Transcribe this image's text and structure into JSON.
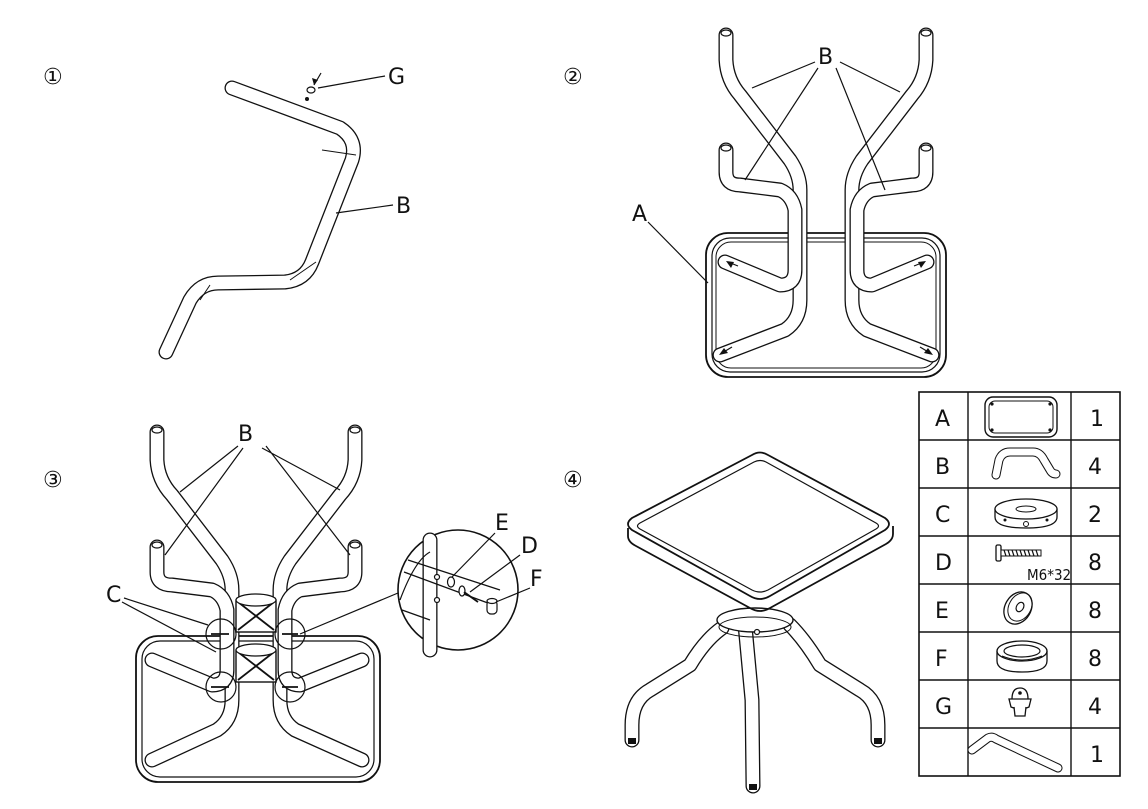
{
  "steps": [
    {
      "number": "①",
      "labels": {
        "part_g": "G",
        "part_b": "B"
      }
    },
    {
      "number": "②",
      "labels": {
        "part_b": "B",
        "part_a": "A"
      }
    },
    {
      "number": "③",
      "labels": {
        "part_b": "B",
        "part_c": "C",
        "part_e": "E",
        "part_d": "D",
        "part_f": "F"
      }
    },
    {
      "number": "④",
      "labels": {}
    }
  ],
  "parts_table": [
    {
      "letter": "A",
      "qty": "1",
      "icon": "tabletop-icon"
    },
    {
      "letter": "B",
      "qty": "4",
      "icon": "leg-tube-icon"
    },
    {
      "letter": "C",
      "qty": "2",
      "icon": "connector-disc-icon"
    },
    {
      "letter": "D",
      "qty": "8",
      "icon": "bolt-icon",
      "spec": "M6*32"
    },
    {
      "letter": "E",
      "qty": "8",
      "icon": "washer-icon"
    },
    {
      "letter": "F",
      "qty": "8",
      "icon": "cap-nut-icon"
    },
    {
      "letter": "G",
      "qty": "4",
      "icon": "foot-cap-icon"
    },
    {
      "letter": "",
      "qty": "1",
      "icon": "allen-key-icon"
    }
  ]
}
